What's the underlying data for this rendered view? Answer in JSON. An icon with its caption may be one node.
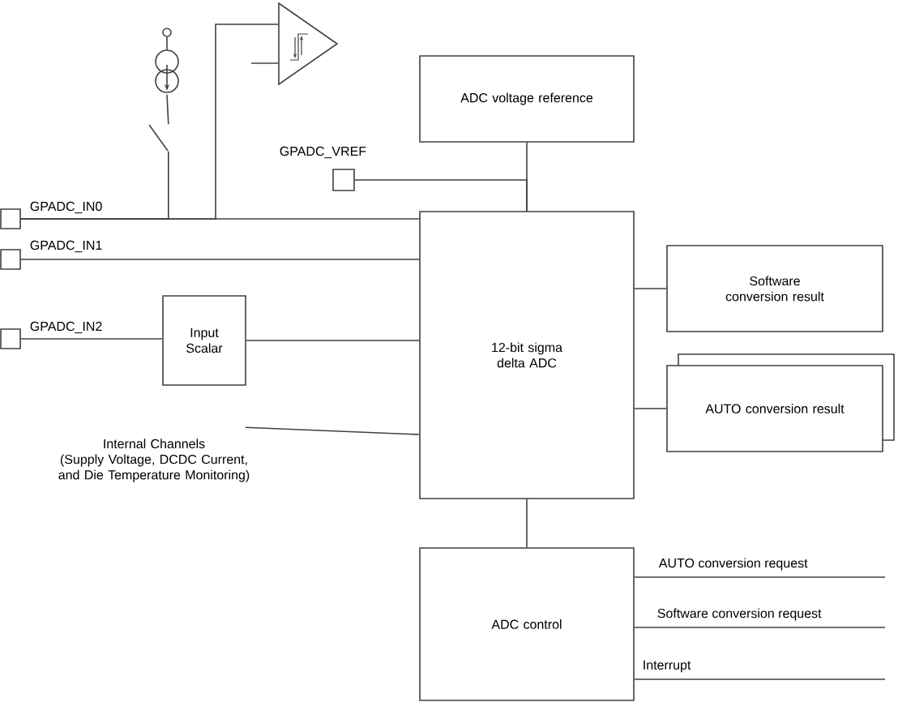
{
  "diagram": {
    "nodes": [
      {
        "text": [],
        "shape": "box",
        "beside": [
          "GPADC_IN0"
        ]
      },
      {
        "text": [],
        "shape": "box",
        "beside": [
          "GPADC_IN1"
        ]
      },
      {
        "text": [],
        "shape": "box",
        "beside": [
          "GPADC_IN2"
        ]
      },
      {
        "text": [
          "Input Scalar"
        ]
      },
      {
        "text": [],
        "shape": "box",
        "beside": [
          "GPADC_VREF"
        ]
      },
      {
        "text": [
          "ADC voltage reference"
        ]
      },
      {
        "text": [
          "12-bit sigma delta ADC"
        ]
      },
      {
        "text": [
          "Software conversion result"
        ]
      },
      {
        "text": [
          "AUTO conversion result"
        ]
      },
      {
        "text": [
          "ADC control"
        ]
      },
      {
        "text": [
          "Internal Channels",
          "(Supply Voltage, DCDC Current, and Die Temperature Monitoring)"
        ]
      },
      {
        "text": [],
        "shape": "triangle"
      },
      {
        "text": [],
        "shape": "circle"
      },
      {
        "text": [],
        "shape": "switch"
      }
    ],
    "edges": [
      {
        "from": 0,
        "to": 6,
        "arrow": "none"
      },
      {
        "from": 1,
        "to": 6,
        "arrow": "none"
      },
      {
        "from": 2,
        "to": 3,
        "arrow": "none"
      },
      {
        "from": 3,
        "to": 6,
        "arrow": "none"
      },
      {
        "from": 10,
        "to": 6,
        "arrow": "none"
      },
      {
        "from": 4,
        "to": 6,
        "arrow": "none"
      },
      {
        "from": 5,
        "to": 6,
        "arrow": "none"
      },
      {
        "from": 6,
        "to": 7,
        "arrow": "none"
      },
      {
        "from": 6,
        "to": 8,
        "arrow": "none"
      },
      {
        "from": 6,
        "to": 9,
        "arrow": "none"
      },
      {
        "from": 0,
        "to": 11,
        "arrow": "none"
      },
      {
        "from": 13,
        "to": 0,
        "arrow": "none"
      },
      {
        "from": 12,
        "to": 13,
        "arrow": "none"
      },
      {
        "from": null,
        "to": 11,
        "arrow": "none"
      },
      {
        "from": 9,
        "to": null,
        "arrow": "none",
        "label": "AUTO conversion request"
      },
      {
        "from": 9,
        "to": null,
        "arrow": "none",
        "label": "Software conversion request"
      },
      {
        "from": 9,
        "to": null,
        "arrow": "none",
        "label": "Interrupt"
      }
    ]
  }
}
